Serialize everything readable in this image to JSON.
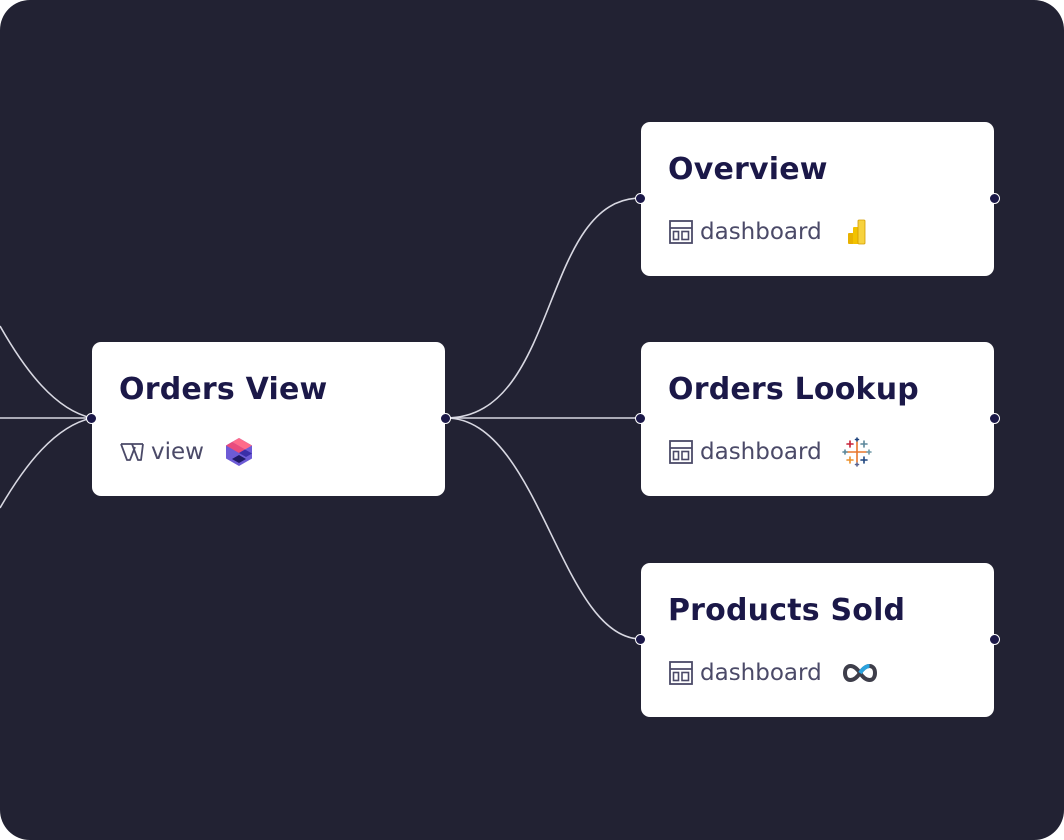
{
  "nodes": {
    "orders_view": {
      "title": "Orders View",
      "type": "view",
      "tool_icon": "dbt-icon"
    },
    "overview": {
      "title": "Overview",
      "type": "dashboard",
      "tool_icon": "power-bi-icon"
    },
    "orders_lookup": {
      "title": "Orders Lookup",
      "type": "dashboard",
      "tool_icon": "tableau-icon"
    },
    "products_sold": {
      "title": "Products Sold",
      "type": "dashboard",
      "tool_icon": "looker-icon"
    }
  },
  "colors": {
    "background": "#222233",
    "card": "#ffffff",
    "title": "#1b1848",
    "edge": "#d8d8e2"
  }
}
